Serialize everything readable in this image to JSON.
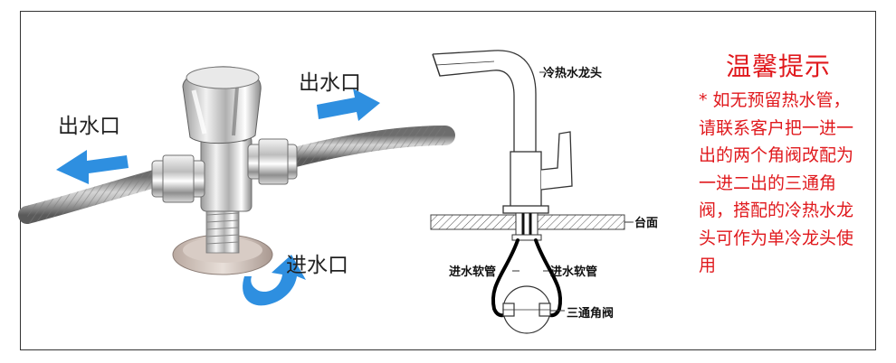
{
  "photo": {
    "outlet_label_top": "出水口",
    "outlet_label_left": "出水口",
    "inlet_label": "进水口",
    "arrow_color": "#2e8fe0"
  },
  "diagram": {
    "faucet_label": "冷热水龙头",
    "counter_label": "台面",
    "hose_left_label": "进水软管",
    "hose_right_label": "进水软管",
    "valve_label": "三通角阀"
  },
  "tip": {
    "title": "温馨提示",
    "body": "* 如无预留热水管，请联系客户把一进一出的两个角阀改配为一进二出的三通角阀，搭配的冷热水龙头可作为单冷龙头使用",
    "color": "#e0191d"
  }
}
